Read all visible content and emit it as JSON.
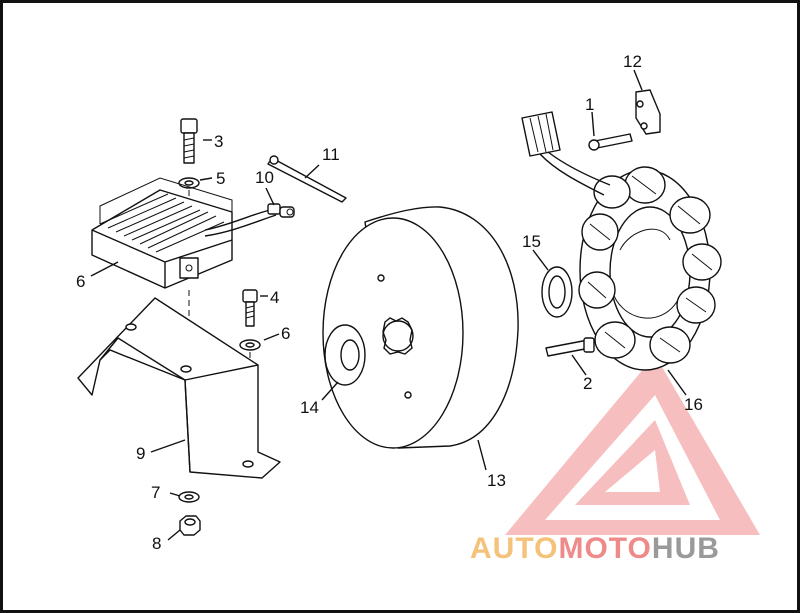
{
  "callouts": {
    "c1": "1",
    "c2": "2",
    "c3": "3",
    "c4": "4",
    "c5": "5",
    "c6a": "6",
    "c6b": "6",
    "c7": "7",
    "c8": "8",
    "c9": "9",
    "c10": "10",
    "c11": "11",
    "c12": "12",
    "c13": "13",
    "c14": "14",
    "c15": "15",
    "c16": "16"
  },
  "watermark": {
    "part1": "AUTO",
    "part2": "MOTO",
    "part3": "HUB"
  },
  "colors": {
    "line": "#111111",
    "logo_red": "#ef8a8a",
    "logo_orange": "#f5c27a",
    "logo_gray": "#9a9a9a"
  }
}
